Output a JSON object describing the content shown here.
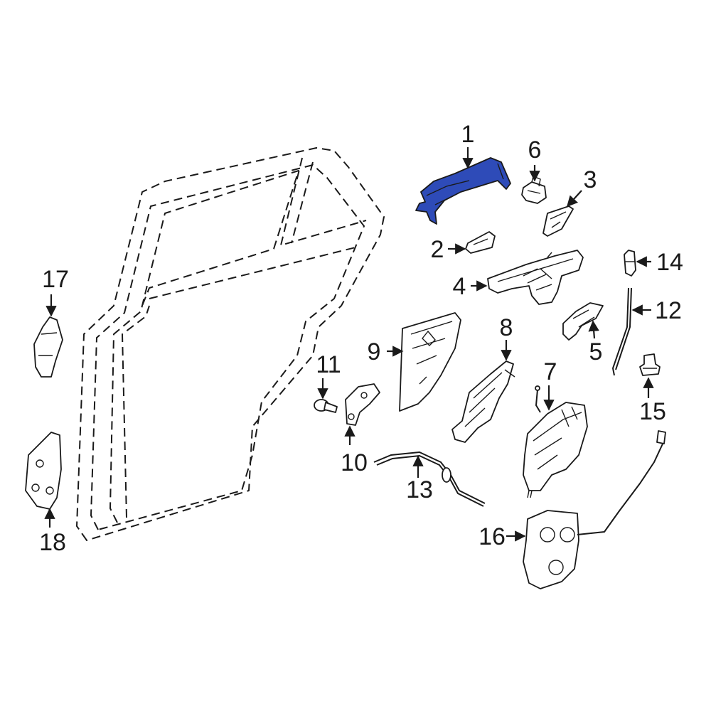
{
  "colors": {
    "line": "#1a1a1a",
    "highlight": "#2e4bb8",
    "background": "#ffffff"
  },
  "callouts": [
    {
      "id": "1",
      "label": "1"
    },
    {
      "id": "2",
      "label": "2"
    },
    {
      "id": "3",
      "label": "3"
    },
    {
      "id": "4",
      "label": "4"
    },
    {
      "id": "5",
      "label": "5"
    },
    {
      "id": "6",
      "label": "6"
    },
    {
      "id": "7",
      "label": "7"
    },
    {
      "id": "8",
      "label": "8"
    },
    {
      "id": "9",
      "label": "9"
    },
    {
      "id": "10",
      "label": "10"
    },
    {
      "id": "11",
      "label": "11"
    },
    {
      "id": "12",
      "label": "12"
    },
    {
      "id": "13",
      "label": "13"
    },
    {
      "id": "14",
      "label": "14"
    },
    {
      "id": "15",
      "label": "15"
    },
    {
      "id": "16",
      "label": "16"
    },
    {
      "id": "17",
      "label": "17"
    },
    {
      "id": "18",
      "label": "18"
    }
  ],
  "highlighted_part": "1"
}
